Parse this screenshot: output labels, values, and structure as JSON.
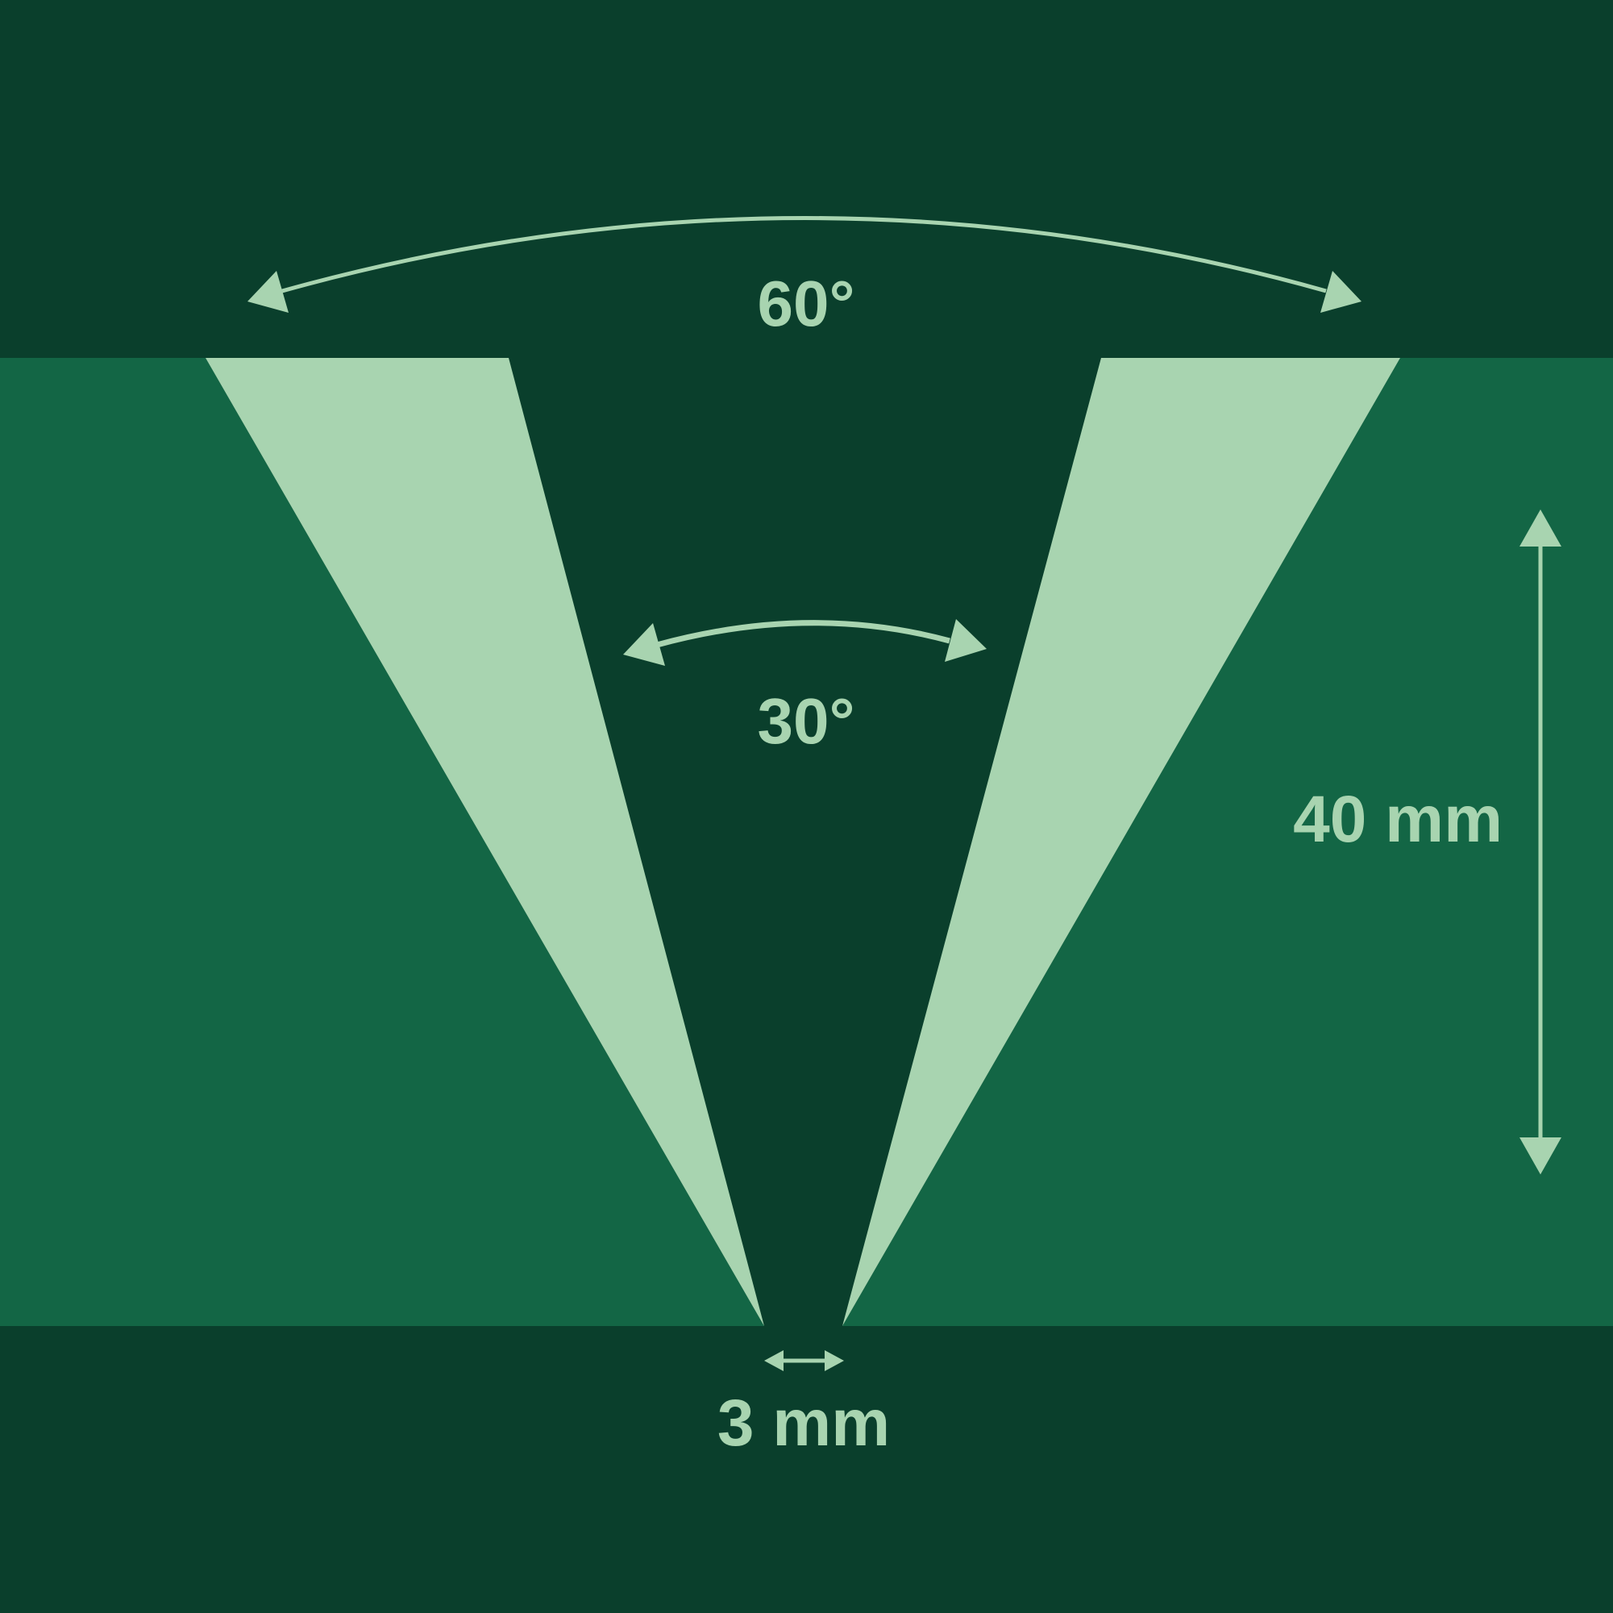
{
  "colors": {
    "background_dark": "#0a3f2c",
    "material_band": "#136645",
    "chamfer_fill": "#a8d4b0",
    "annotation": "#a8d4b0"
  },
  "labels": {
    "outer_angle": "60°",
    "inner_angle": "30°",
    "thickness": "40 mm",
    "root_gap": "3 mm"
  }
}
